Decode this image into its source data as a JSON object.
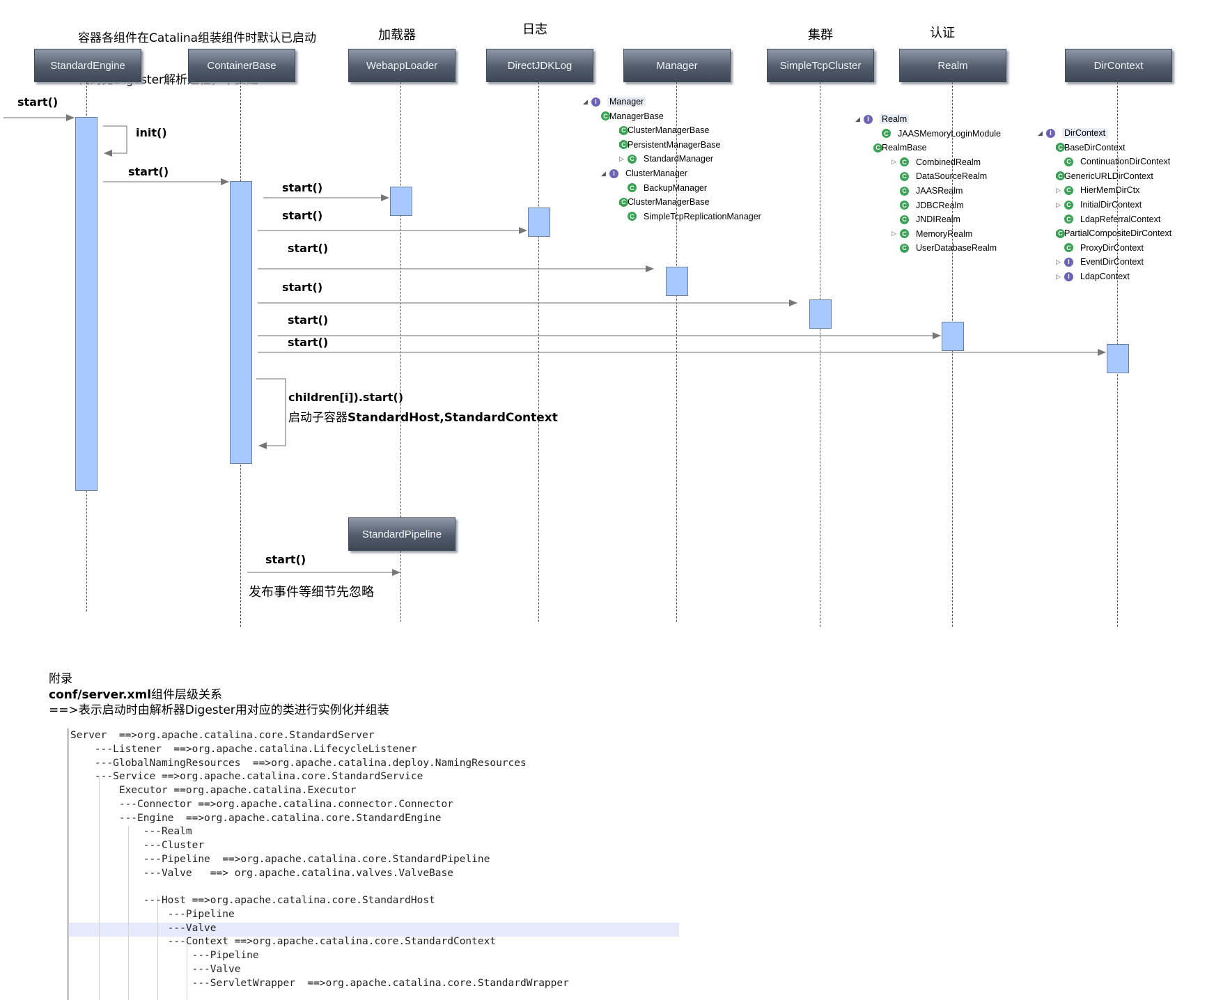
{
  "header_note": [
    "容器各组件在Catalina组装组件时默认已启动",
    "代码见Digester解析过程，不赘述"
  ],
  "category_labels": {
    "loader": "加载器",
    "log": "日志",
    "cluster": "集群",
    "realm": "认证"
  },
  "participants": {
    "standard_engine": "StandardEngine",
    "container_base": "ContainerBase",
    "webapp_loader": "WebappLoader",
    "direct_jdk_log": "DirectJDKLog",
    "manager": "Manager",
    "simple_tcp_cluster": "SimpleTcpCluster",
    "realm": "Realm",
    "dir_context": "DirContext",
    "standard_pipeline": "StandardPipeline"
  },
  "messages": {
    "entry_start": "start()",
    "self_init": "init()",
    "engine_to_container_start": "start()",
    "to_loader_start": "start()",
    "to_log_start": "start()",
    "to_manager_start": "start()",
    "to_cluster_start": "start()",
    "to_realm_start": "start()",
    "to_dircontext_start": "start()",
    "children_start": "children[i]).start()",
    "children_note_prefix": "启动子容器",
    "children_note_bold": "StandardHost,StandardContext",
    "pipeline_start": "start()",
    "pipeline_note": "发布事件等细节先忽略"
  },
  "trees": {
    "manager": [
      {
        "label": "Manager",
        "kind": "iface",
        "toggle": "◢",
        "indent": 0,
        "root": true
      },
      {
        "label": "ManagerBase",
        "kind": "abs",
        "toggle": "◢",
        "indent": 1
      },
      {
        "label": "ClusterManagerBase",
        "kind": "abs",
        "toggle": "▷",
        "indent": 2
      },
      {
        "label": "PersistentManagerBase",
        "kind": "abs",
        "toggle": "▷",
        "indent": 2
      },
      {
        "label": "StandardManager",
        "kind": "cls",
        "toggle": "▷",
        "indent": 2
      },
      {
        "label": "ClusterManager",
        "kind": "iface",
        "toggle": "◢",
        "indent": 1
      },
      {
        "label": "BackupManager",
        "kind": "cls",
        "toggle": "",
        "indent": 2
      },
      {
        "label": "ClusterManagerBase",
        "kind": "abs",
        "toggle": "▷",
        "indent": 2
      },
      {
        "label": "SimpleTcpReplicationManager",
        "kind": "cls",
        "toggle": "",
        "indent": 2
      }
    ],
    "realm": [
      {
        "label": "Realm",
        "kind": "iface",
        "toggle": "◢",
        "indent": 0,
        "root": true
      },
      {
        "label": "JAASMemoryLoginModule",
        "kind": "cls",
        "toggle": "",
        "indent": 1
      },
      {
        "label": "RealmBase",
        "kind": "abs",
        "toggle": "◢",
        "indent": 1
      },
      {
        "label": "CombinedRealm",
        "kind": "cls",
        "toggle": "▷",
        "indent": 2
      },
      {
        "label": "DataSourceRealm",
        "kind": "cls",
        "toggle": "",
        "indent": 2
      },
      {
        "label": "JAASRealm",
        "kind": "cls",
        "toggle": "",
        "indent": 2
      },
      {
        "label": "JDBCRealm",
        "kind": "cls",
        "toggle": "",
        "indent": 2
      },
      {
        "label": "JNDIRealm",
        "kind": "cls",
        "toggle": "",
        "indent": 2
      },
      {
        "label": "MemoryRealm",
        "kind": "cls",
        "toggle": "▷",
        "indent": 2
      },
      {
        "label": "UserDatabaseRealm",
        "kind": "cls",
        "toggle": "",
        "indent": 2
      }
    ],
    "dircontext": [
      {
        "label": "DirContext",
        "kind": "iface",
        "toggle": "◢",
        "indent": 0,
        "root": true
      },
      {
        "label": "BaseDirContext",
        "kind": "abs",
        "toggle": "▷",
        "indent": 1
      },
      {
        "label": "ContinuationDirContext",
        "kind": "cls",
        "toggle": "",
        "indent": 1
      },
      {
        "label": "GenericURLDirContext",
        "kind": "abs",
        "toggle": "▷",
        "indent": 1
      },
      {
        "label": "HierMemDirCtx",
        "kind": "cls",
        "toggle": "▷",
        "indent": 1
      },
      {
        "label": "InitialDirContext",
        "kind": "cls",
        "toggle": "▷",
        "indent": 1
      },
      {
        "label": "LdapReferralContext",
        "kind": "cls",
        "toggle": "",
        "indent": 1
      },
      {
        "label": "PartialCompositeDirContext",
        "kind": "abs",
        "toggle": "▷",
        "indent": 1
      },
      {
        "label": "ProxyDirContext",
        "kind": "cls",
        "toggle": "",
        "indent": 1
      },
      {
        "label": "EventDirContext",
        "kind": "iface",
        "toggle": "▷",
        "indent": 1
      },
      {
        "label": "LdapContext",
        "kind": "iface",
        "toggle": "▷",
        "indent": 1
      }
    ]
  },
  "appendix": {
    "title": "附录",
    "subtitle_bold": "conf/server.xml",
    "subtitle_rest": "组件层级关系",
    "description": "==>表示启动时由解析器Digester用对应的类进行实例化并组装"
  },
  "code_lines": [
    "Server  ==>org.apache.catalina.core.StandardServer",
    "    ---Listener  ==>org.apache.catalina.LifecycleListener",
    "    ---GlobalNamingResources  ==>org.apache.catalina.deploy.NamingResources",
    "    ---Service ==>org.apache.catalina.core.StandardService",
    "        Executor ==org.apache.catalina.Executor",
    "        ---Connector ==>org.apache.catalina.connector.Connector",
    "        ---Engine  ==>org.apache.catalina.core.StandardEngine",
    "            ---Realm",
    "            ---Cluster",
    "            ---Pipeline  ==>org.apache.catalina.core.StandardPipeline",
    "            ---Valve   ==> org.apache.catalina.valves.ValveBase",
    "",
    "            ---Host ==>org.apache.catalina.core.StandardHost",
    "                ---Pipeline",
    "                ---Valve",
    "                ---Context ==>org.apache.catalina.core.StandardContext",
    "                    ---Pipeline",
    "                    ---Valve",
    "                    ---ServletWrapper  ==>org.apache.catalina.core.StandardWrapper"
  ],
  "colors": {
    "activation": "#a8c9ff",
    "participant_dark": "#3f4856",
    "interface_icon": "#6b63b5",
    "class_icon": "#3aa356",
    "code_highlight": "#e6e8fb"
  }
}
